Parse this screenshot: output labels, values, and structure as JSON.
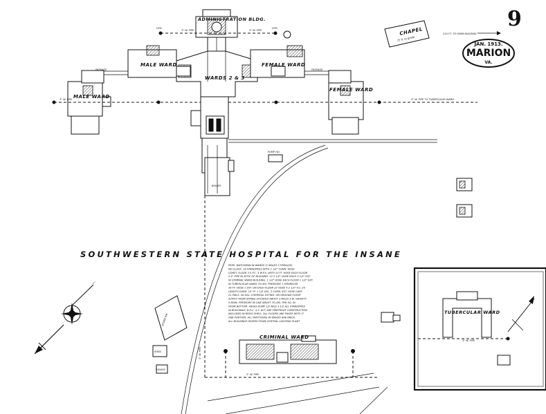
{
  "sheet": {
    "number": "9",
    "date": "JAN. 1913.",
    "city": "MARION",
    "state": "VA."
  },
  "title": "SOUTHWESTERN STATE HOSPITAL FOR THE INSANE",
  "buildings": {
    "administration": "ADMINISTRATION BLDG.",
    "wards_center": "WARDS 2 & 3",
    "male_ward_left": "MALE WARD",
    "male_ward_far": "MALE WARD",
    "female_ward_right": "FEMALE WARD",
    "female_ward_far": "FEMALE WARD",
    "chapel": "CHAPEL",
    "chapel_note": "75 ft. to grade",
    "criminal_ward": "CRIMINAL WARD",
    "tubercular_ward": "TUBERCULAR WARD"
  },
  "pipes": {
    "pipe_top_left": "3\" W. PIPE",
    "pipe_top_right": "3\" W. PIPE",
    "pipe_main_left": "3\" W. PIPE",
    "pipe_main_right": "3\" W. PIPE  TO TUBERCULAR WARD",
    "pipe_bottom": "3\" W. PIPE",
    "pipe_vertical": "3\" W. PIPE",
    "pipe_tubercular": "3\" W. PIPE",
    "chapel_arrow": "210 FT. TO FARM BUILDING"
  },
  "passages": {
    "left": "PASSAGE",
    "right": "PASSAGE"
  },
  "hydrant_label": "HYD.",
  "notes": [
    "PERS. WATCHMAN IN WARDS (2 MALES 2 FEMALES)",
    "NO CLOCK. 18 STANDPIPES WITH 2 1/2\" CONN. HOSE",
    "CONST. FLOOR 3 E.P.C. 5 W.P.S. WITH 10 FT. HOSE EACH FLOOR",
    "2 5\" PIPE IN ATTIC OF BUILDING. 12 2 1/2\" HOSE EACH 2 1/2\" EXT.",
    "IN CRIMINAL WARD BUILDING. 1 1/2\" HOSE EACH FLOOR 1 1/2\" EXT.",
    "IN TUBERCULAR WARD 70 LBS. PRESSURE 1 SPRINKLER",
    "36 FT. HOSE 1 EXT. ON EACH FLOOR 22 HOSE 4 2 1/2\" F.U. 20",
    "LENGTH CHEM. 10 \"S\" 1 1/2 GAL. 2 CHEM. EXT. HOSE CART.",
    "21 PAILS. 48 GAL. CHEMICAL EXTING. ON GROUND FLOOR",
    "SUPPLY FROM SPRING SITUATED ABOUT 3 MILES S.W. GRAVITY",
    "5 MAIN. PRESSURE IN LINE ABOUT 70 LBS. PER SQ. IN.",
    "FROM BOTTOM. ASHES DUMP 1/2 MILE 3 1/2 ALL STANDPIPES",
    "IN BUILDINGS. B.R.C. & F. W.P. ARE FIREPROOF CONSTRUCTION",
    "INCLUDED IN BRICK SHELL. ALL FLOORS ARE PAVED WITH 3\"",
    "ONE PORTION. ALL PARTITIONS IN WARDS ARE BRICK.",
    "ALL BUILDINGS HEATED FROM CENTRAL LIGHTING PLANT"
  ],
  "small_labels": {
    "shed_a": "SHED",
    "shed_b": "STORE RM",
    "house": "HOUSE",
    "pump_house": "PUMP HO.",
    "boiler": "BOILER"
  }
}
